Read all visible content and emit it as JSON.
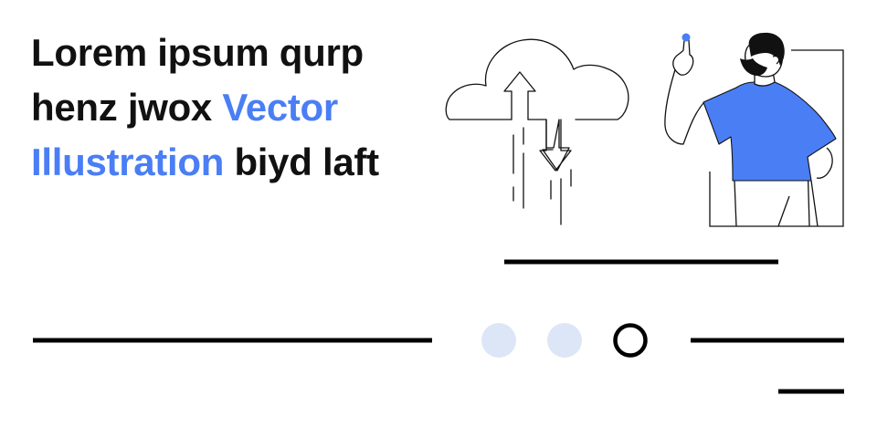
{
  "headline": {
    "part1": "Lorem ipsum qurp henz jwox ",
    "highlight": "Vector Illustration",
    "part2": " biyd laft"
  },
  "colors": {
    "accent": "#4a7ef5",
    "text": "#111111",
    "dot_light": "#dde6f7",
    "stroke": "#111111"
  },
  "illustration": {
    "cloud": "cloud-sync-icon",
    "arrows": [
      "upload-arrow-icon",
      "download-arrow-icon"
    ],
    "person": "person-pointing-figure"
  },
  "pagination": {
    "dots": [
      "inactive",
      "inactive",
      "active"
    ]
  }
}
